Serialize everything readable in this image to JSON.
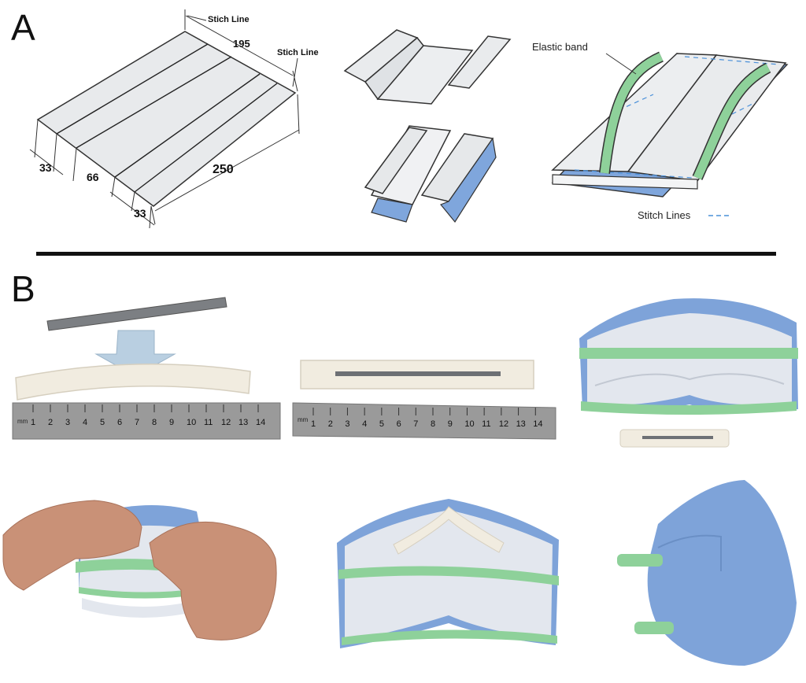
{
  "panels": {
    "a_label": "A",
    "b_label": "B"
  },
  "figure_a": {
    "sheet": {
      "stitch_line_top": "Stich Line",
      "stitch_line_right": "Stich Line",
      "width_dim": "195",
      "length_dim": "250",
      "seg_left": "33",
      "seg_mid": "66",
      "seg_right": "33"
    },
    "assembly": {
      "elastic_label": "Elastic band",
      "stitch_label": "Stitch Lines"
    }
  },
  "figure_b": {
    "ruler_unit": "mm",
    "ruler_ticks": [
      "1",
      "2",
      "3",
      "4",
      "5",
      "6",
      "7",
      "8",
      "9",
      "10",
      "11",
      "12",
      "13",
      "14"
    ]
  },
  "colors": {
    "sheet_fill": "#e8eaec",
    "blue_fold": "#7fa6dc",
    "elastic_green": "#8ed19a",
    "mask_blue": "#7ea3d9",
    "foam": "#f1ece0",
    "ruler": "#9a9a9a"
  }
}
